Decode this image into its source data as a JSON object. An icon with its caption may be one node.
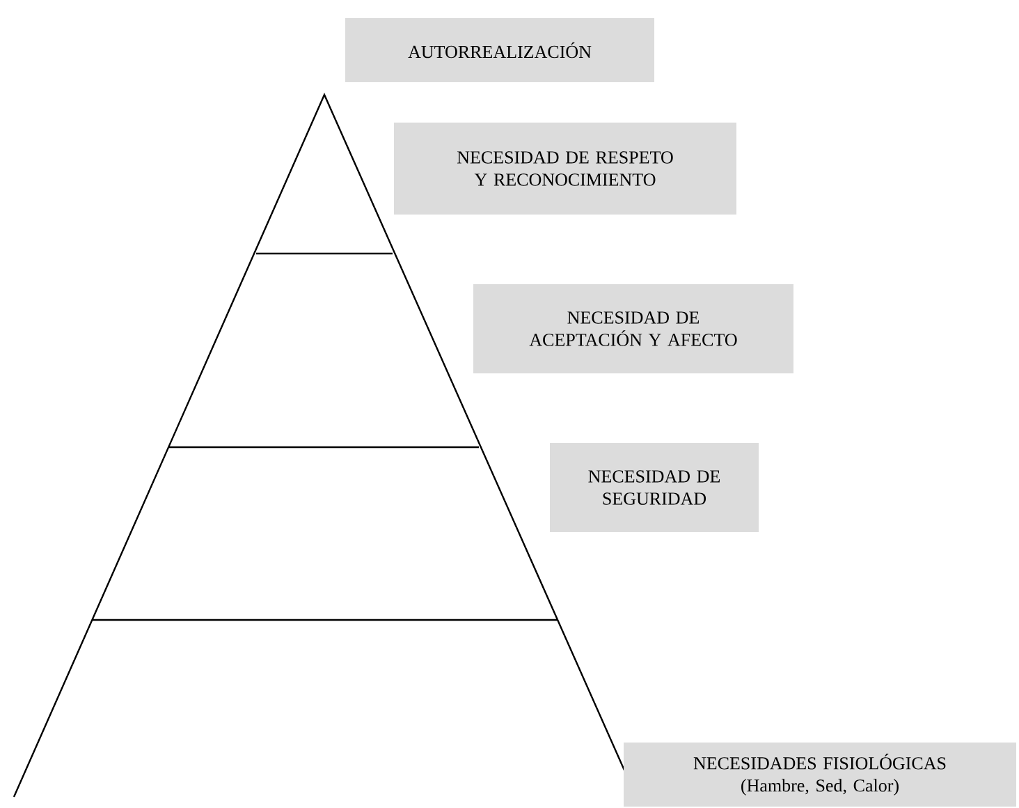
{
  "diagram": {
    "nodes": [
      {
        "text": [
          "AUTORREALIZACIÓN"
        ]
      },
      {
        "text": [
          "NECESIDAD DE RESPETO Y RECONOCIMIENTO"
        ]
      },
      {
        "text": [
          "NECESIDAD DE ACEPTACIÓN Y AFECTO"
        ]
      },
      {
        "text": [
          "NECESIDAD DE SEGURIDAD"
        ]
      },
      {
        "text": [
          "NECESIDADES FISIOLÓGICAS",
          "(Hambre, Sed, Calor)"
        ]
      }
    ],
    "edges": []
  }
}
